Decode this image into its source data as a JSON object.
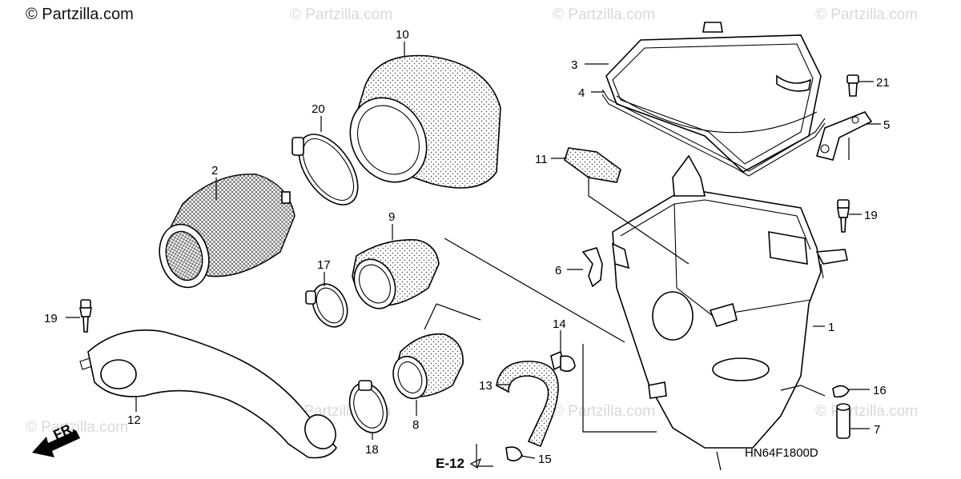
{
  "watermarks": {
    "main": "© Partzilla.com",
    "faint": "© Partzilla.com"
  },
  "diagram_code": "HN64F1800D",
  "direction_label": "FR.",
  "reference_label": "E-12",
  "callouts": {
    "c1": "1",
    "c2": "2",
    "c3": "3",
    "c4": "4",
    "c5": "5",
    "c6": "6",
    "c7": "7",
    "c8": "8",
    "c9": "9",
    "c10": "10",
    "c11": "11",
    "c12": "12",
    "c13": "13",
    "c14": "14",
    "c15": "15",
    "c16": "16",
    "c17": "17",
    "c18": "18",
    "c19a": "19",
    "c19b": "19",
    "c20": "20",
    "c21": "21"
  }
}
